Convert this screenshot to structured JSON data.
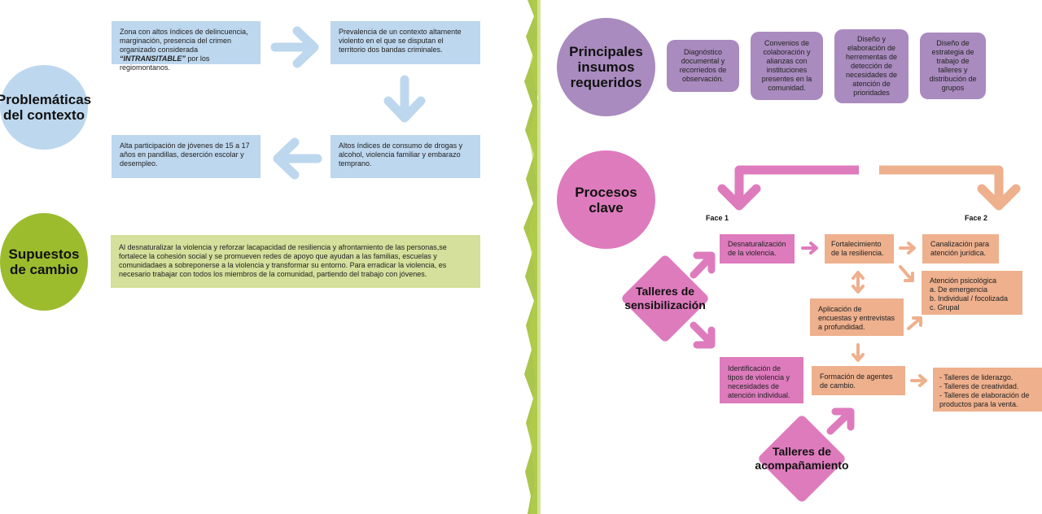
{
  "left": {
    "problematicas": {
      "title": "Problemáticas del contexto",
      "box1_a": "Zona con altos índices de delincuencia, marginación, presencia del crimen organizado considerada ",
      "box1_em": "“INTRANSITABLE”",
      "box1_b": " por los regiomontanos.",
      "box2": "Prevalencia de un contexto altamente violento en el que se disputan el territorio dos bandas criminales.",
      "box3": "Altos índices de consumo de drogas y alcohol, violencia familiar y embarazo temprano.",
      "box4": "Alta participación de jóvenes de 15 a 17 años en pandillas, deserción escolar y desempleo."
    },
    "supuestos": {
      "title": "Supuestos de cambio",
      "text": "Al desnaturalizar la violencia y reforzar lacapacidad de resiliencia y afrontamiento de las personas,se fortalece la cohesión social y se promueven redes de apoyo que ayudan a las familias, escuelas y comunidadaes a sobreponerse a la violencia y transformar su entorno. Para erradicar la violencia, es necesario trabajar con todos los miembros de la comunidad, partiendo del trabajo con jóvenes."
    }
  },
  "right": {
    "insumos": {
      "title": "Principales insumos requeridos",
      "items": [
        "Diagnóstico documental y recorriedos de observación.",
        "Convenios de colaboración y alianzas con instituciones presentes en la comunidad.",
        "Diseño y elaboración de herrementas de detección de necesidades de atención de prioridades",
        "Diseño de estrategia de trabajo de talleres y distribución de grupos"
      ]
    },
    "procesos": {
      "title": "Procesos clave",
      "face1": "Face 1",
      "face2": "Face 2",
      "talleres_sens": "Talleres de sensibilización",
      "talleres_acomp": "Talleres de acompañamiento",
      "desnaturalizacion": "Desnaturalización de la violencia.",
      "identificacion": "Identificación de tipos de violencia y necesidades de atención individual.",
      "fortalecimiento": "Fortalecimiento de la resiliencia.",
      "aplicacion": "Aplicación de encuestas y entrevistas a profundidad.",
      "formacion": "Formación de agentes de cambio.",
      "canalizacion": "Canalización para atención jurídica.",
      "atencion": [
        "Atención psicológica",
        "a. De emergencia",
        "b. Individual / focolizada",
        "c. Grupal"
      ],
      "talleres_list": [
        "- Talleres de liderazgo.",
        "- Talleres de creatividad.",
        "- Talleres de elaboración de productos para la venta."
      ]
    }
  },
  "colors": {
    "blue": "#bdd7ee",
    "green_circle": "#9cbc2e",
    "green_box": "#d4e09b",
    "purple": "#a98bbf",
    "pink": "#de7bbd",
    "peach": "#eeb08d",
    "divider": "#9cbc2e"
  }
}
